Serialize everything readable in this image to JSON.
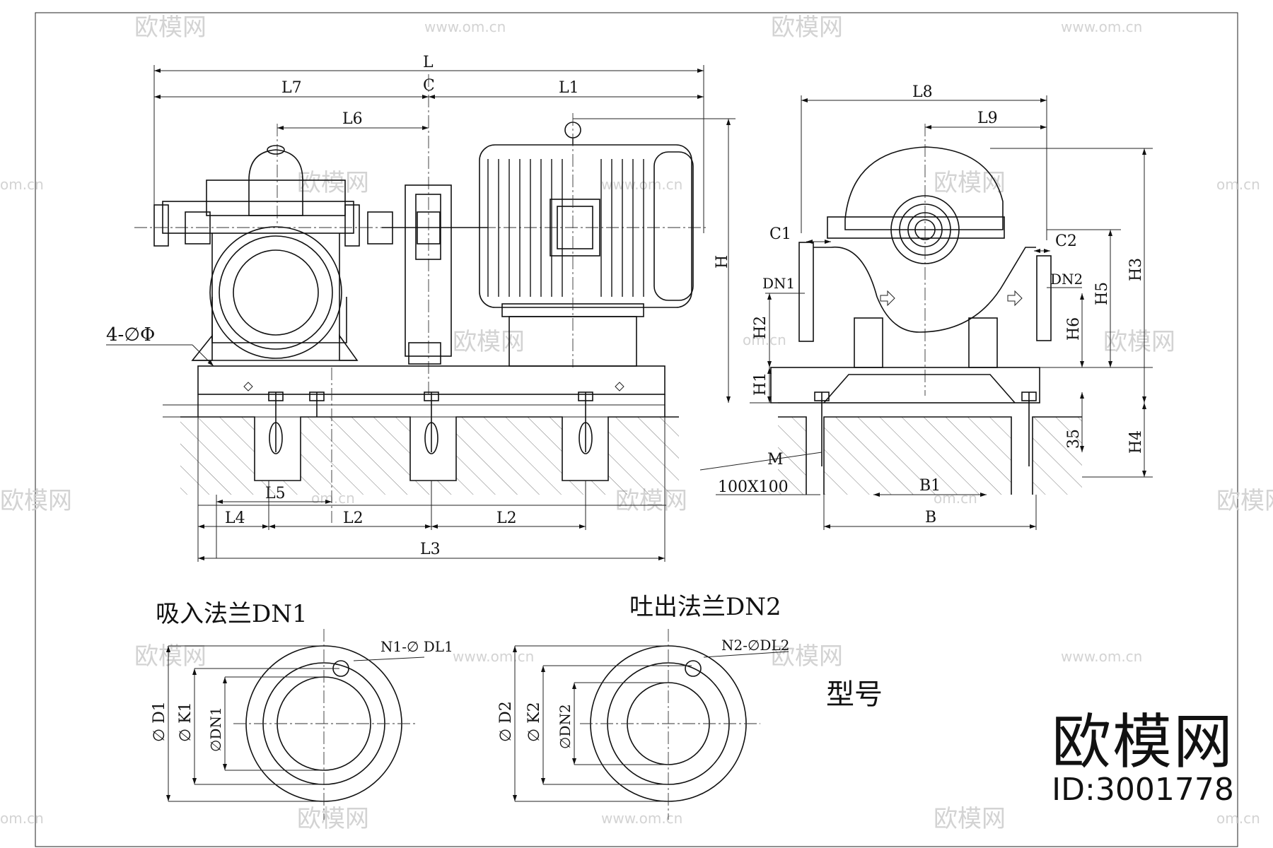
{
  "watermark": {
    "brand": "欧模网",
    "site": "www.om.cn",
    "site_short": "om.cn"
  },
  "front_view": {
    "dims": {
      "L": "L",
      "L7": "L7",
      "C": "C",
      "L1": "L1",
      "L6": "L6",
      "H": "H",
      "holes": "4-∅Φ",
      "L5": "L5",
      "L4": "L4",
      "L2a": "L2",
      "L2b": "L2",
      "L3": "L3"
    }
  },
  "side_view": {
    "dims": {
      "L8": "L8",
      "L9": "L9",
      "C1": "C1",
      "C2": "C2",
      "DN1": "DN1",
      "DN2": "DN2",
      "H2": "H2",
      "H1": "H1",
      "H3": "H3",
      "H5": "H5",
      "H6": "H6",
      "H4": "H4",
      "M": "M",
      "size": "100X100",
      "B1": "B1",
      "B": "B",
      "depth": "35"
    }
  },
  "flanges": {
    "suction": {
      "title": "吸入法兰DN1",
      "holes": "N1-∅ DL1",
      "d_outer": "∅ D1",
      "d_pitch": "∅ K1",
      "d_bore": "∅DN1"
    },
    "discharge": {
      "title": "吐出法兰DN2",
      "holes": "N2-∅DL2",
      "d_outer": "∅ D2",
      "d_pitch": "∅ K2",
      "d_bore": "∅DN2"
    }
  },
  "model_label": "型号",
  "stamp": {
    "name": "欧模网",
    "id": "ID:3001778"
  }
}
